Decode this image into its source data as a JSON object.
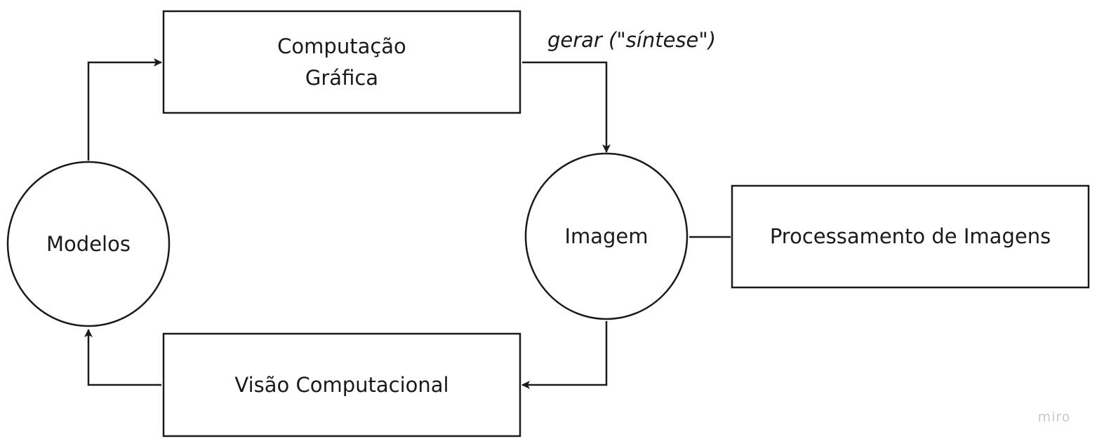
{
  "nodes": {
    "computacao_grafica": "Computação\nGráfica",
    "visao_computacional": "Visão Computacional",
    "processamento_imagens": "Processamento de Imagens",
    "modelos": "Modelos",
    "imagem": "Imagem"
  },
  "edge_labels": {
    "gerar": "gerar (\"síntese\")"
  },
  "watermark": "miro",
  "colors": {
    "stroke": "#1a1a1a",
    "background": "#ffffff",
    "watermark": "#c4c8d4"
  }
}
